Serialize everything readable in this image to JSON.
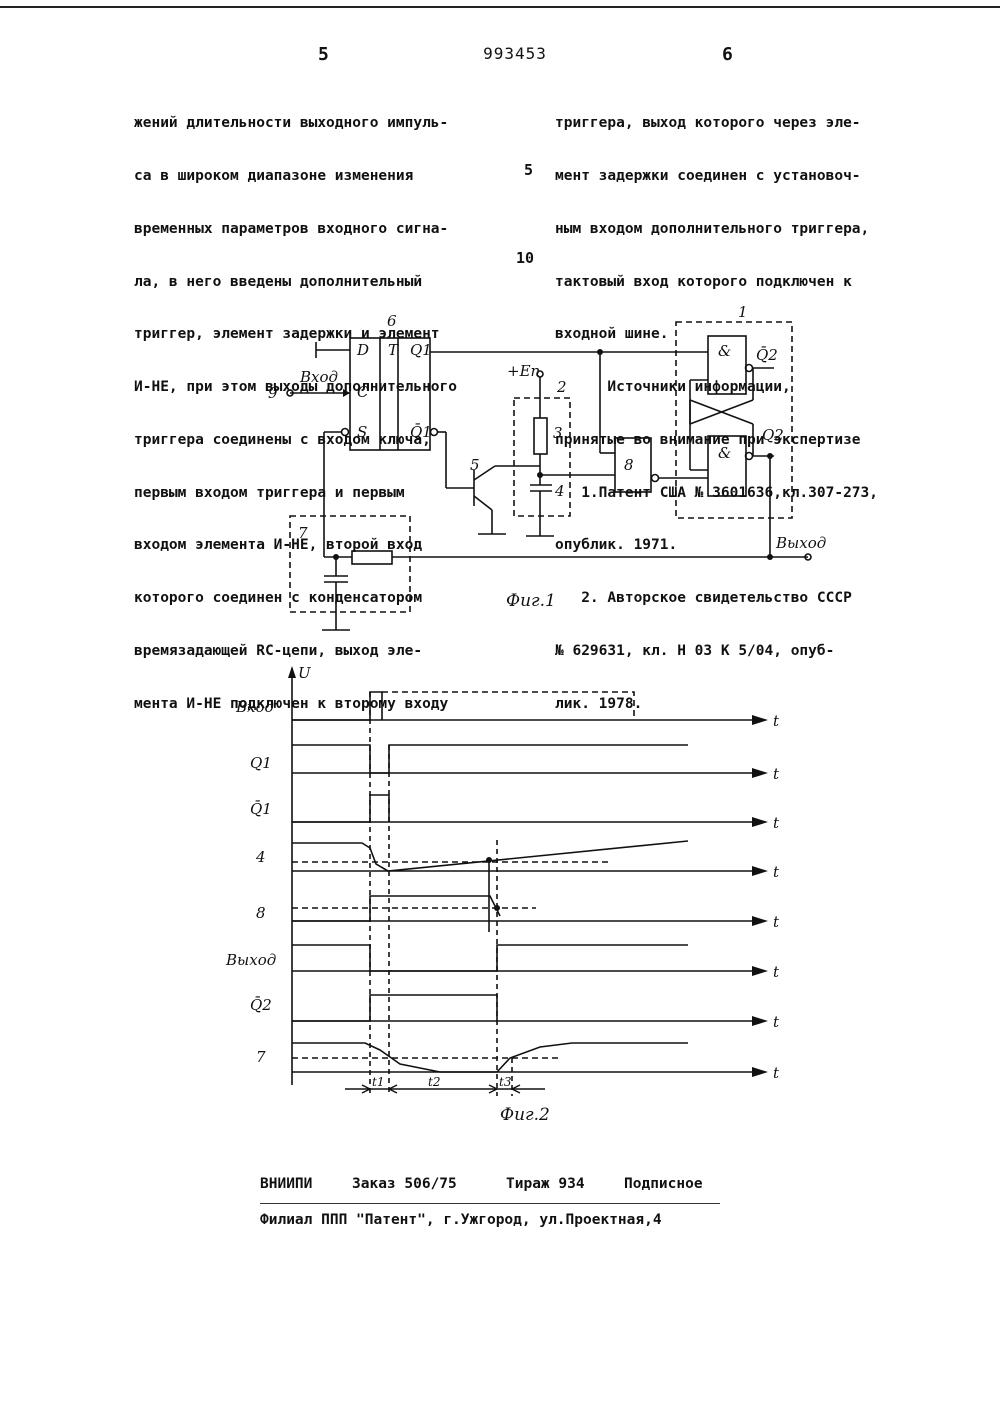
{
  "header": {
    "page_left": "5",
    "doc_number": "993453",
    "page_right": "6"
  },
  "left_column": [
    "жений длительности выходного импуль-",
    "са в широком диапазоне изменения",
    "временных параметров входного сигна-",
    "ла, в него введены дополнительный",
    "триггер, элемент задержки и элемент",
    "И-НЕ, при этом выходы дополнительного",
    "триггера соединены с входом ключа,",
    "первым входом триггера и первым",
    "входом элемента И-НЕ, второй вход",
    "которого соединен с конденсатором",
    "времязадающей RC-цепи, выход эле-",
    "мента И-НЕ подключен к второму входу"
  ],
  "right_column": [
    "триггера, выход которого через эле-",
    "мент задержки соединен с установоч-",
    "ным входом дополнительного триггера,",
    "тактовый вход которого подключен к",
    "входной шине.",
    "      Источники информации,",
    "принятые во внимание при экспертизе",
    "   1.Патент США № 3601636,кл.307-273,",
    "опублик. 1971.",
    "   2. Авторское свидетельство СССР",
    "№ 629631, кл. Н 03 К 5/04, опуб-",
    "лик. 1978."
  ],
  "line_numbers": {
    "n5": "5",
    "n10": "10"
  },
  "fig1": {
    "caption": "Фиг.1",
    "input_label": "Вход",
    "input_number": "9",
    "output_label": "Выход",
    "supply_label": "+Еп",
    "element_labels": [
      "1",
      "2",
      "3",
      "4",
      "5",
      "6",
      "7",
      "8"
    ],
    "trigger_pins": [
      "D",
      "T",
      "Q1",
      "C",
      "S",
      "Q̄1"
    ],
    "nand_gate_symbol": "&",
    "rs_outputs": [
      "Q̄2",
      "Q2"
    ]
  },
  "fig2": {
    "caption": "Фиг.2",
    "y_axis_label": "U",
    "time_axis_label": "t",
    "row_labels": [
      "Вход",
      "Q1",
      "Q̄1",
      "4",
      "8",
      "Выход",
      "Q̄2",
      "7"
    ],
    "intervals": [
      "t1",
      "t2",
      "t3"
    ]
  },
  "footer": {
    "line1_org": "ВНИИПИ",
    "line1_order": "Заказ 506/75",
    "line1_run": "Тираж 934",
    "line1_type": "Подписное",
    "line2": "Филиал ППП \"Патент\", г.Ужгород, ул.Проектная,4"
  }
}
